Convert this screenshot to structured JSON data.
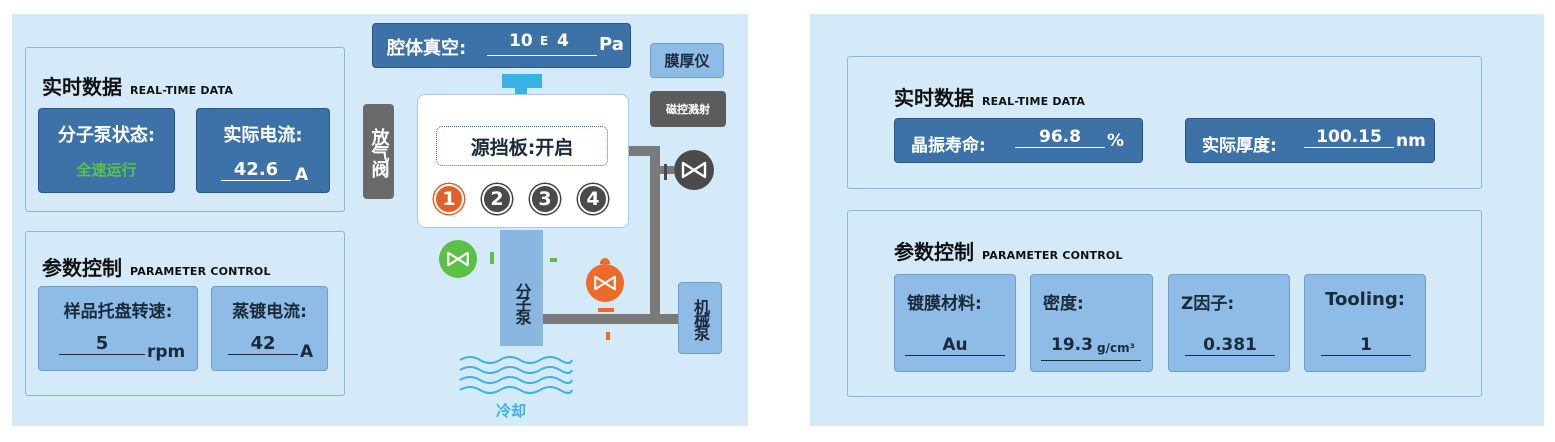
{
  "left": {
    "realtime": {
      "title": "实时数据",
      "subtitle": "REAL-TIME DATA",
      "pump_status_label": "分子泵状态:",
      "pump_status_value": "全速运行",
      "current_label": "实际电流:",
      "current_value": "42.6",
      "current_unit": "A"
    },
    "params": {
      "title": "参数控制",
      "subtitle": "PARAMETER CONTROL",
      "speed_label": "样品托盘转速:",
      "speed_value": "5",
      "speed_unit": "rpm",
      "evap_label": "蒸镀电流:",
      "evap_value": "42",
      "evap_unit": "A"
    },
    "diagram": {
      "vacuum_label": "腔体真空:",
      "vacuum_value": "10",
      "vacuum_exp_e": "E",
      "vacuum_exp": "4",
      "vacuum_unit": "Pa",
      "thickness_meter": "膜厚仪",
      "magnetron": "磁控溅射",
      "vent_valve": "放气阀",
      "shutter": "源挡板:开启",
      "sources": [
        "1",
        "2",
        "3",
        "4"
      ],
      "molecular_pump": "分子泵",
      "mechanical_pump": "机械泵",
      "cooling": "冷却"
    }
  },
  "right": {
    "realtime": {
      "title": "实时数据",
      "subtitle": "REAL-TIME DATA",
      "crystal_label": "晶振寿命:",
      "crystal_value": "96.8",
      "crystal_unit": "%",
      "thickness_label": "实际厚度:",
      "thickness_value": "100.15",
      "thickness_unit": "nm"
    },
    "params": {
      "title": "参数控制",
      "subtitle": "PARAMETER CONTROL",
      "material_label": "镀膜材料:",
      "material_value": "Au",
      "density_label": "密度:",
      "density_value": "19.3",
      "density_unit": "g/cm³",
      "zfactor_label": "Z因子:",
      "zfactor_value": "0.381",
      "tooling_label": "Tooling:",
      "tooling_value": "1"
    }
  },
  "colors": {
    "panel_bg": "#d5eaf8",
    "dark_box": "#3d72a8",
    "light_box": "#8ebce6",
    "pump_bar": "#8ab7e0",
    "pipe": "#7a7a7a",
    "active_source": "#e0622a",
    "inactive_source": "#4a4a4a",
    "valve_green": "#5cbf46",
    "valve_orange": "#ee6a2a",
    "cyan": "#3bb2e6",
    "status_green": "#58c24a"
  }
}
